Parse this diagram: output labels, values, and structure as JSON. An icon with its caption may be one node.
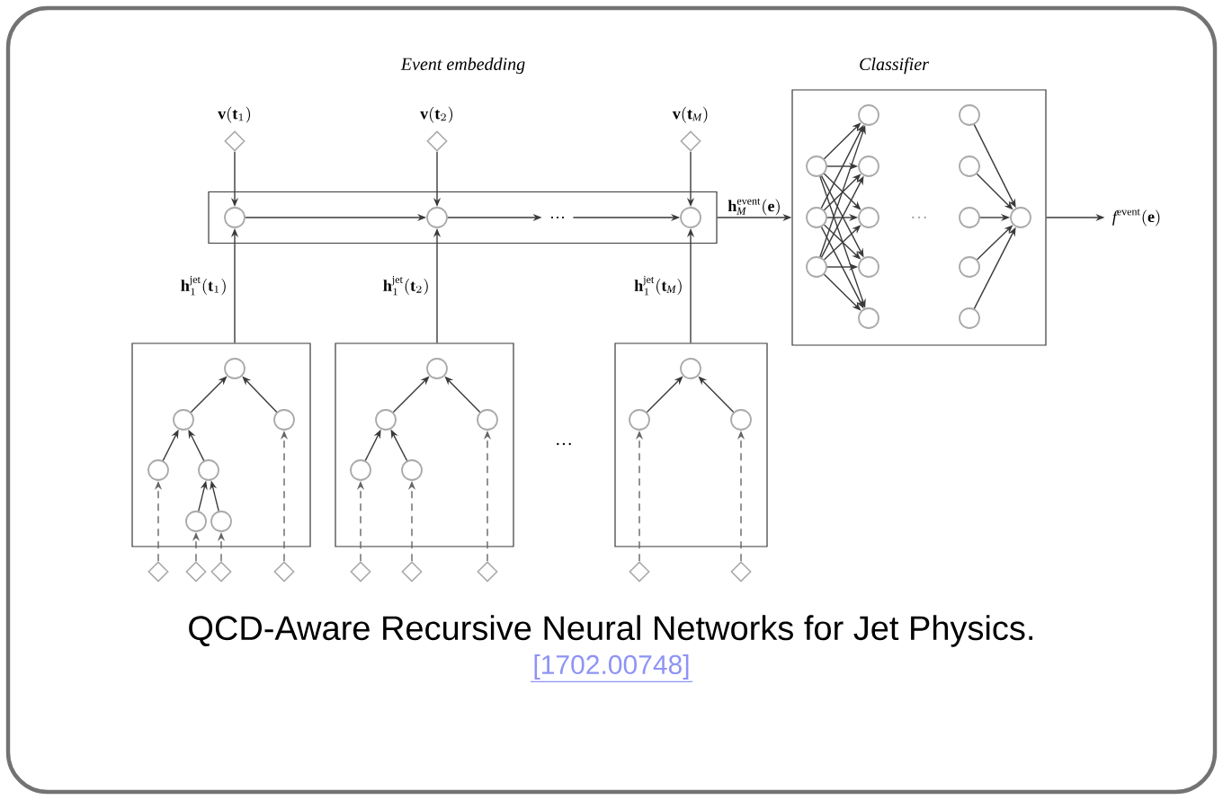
{
  "diagram": {
    "caption": "QCD-Aware Recursive Neural Networks for Jet Physics.",
    "nodes": [
      {
        "text": [],
        "shape": "box"
      },
      {
        "text": [],
        "shape": "circle",
        "in": 0
      },
      {
        "text": [],
        "shape": "circle",
        "in": 0
      },
      {
        "text": [
          "…"
        ],
        "in": 0
      },
      {
        "text": [],
        "shape": "circle",
        "in": 0
      },
      {
        "text": [],
        "shape": "diamond",
        "beside": [
          "\\mathbf{v}(\\mathbf{t}_1)"
        ]
      },
      {
        "text": [],
        "shape": "diamond",
        "beside": [
          "\\mathbf{v}(\\mathbf{t}_2)"
        ]
      },
      {
        "text": [],
        "shape": "diamond",
        "beside": [
          "\\mathbf{v}(\\mathbf{t}_{\\mathit{M}})"
        ]
      },
      {
        "text": [],
        "shape": "box"
      },
      {
        "text": [],
        "shape": "circle",
        "in": 8
      },
      {
        "text": [],
        "shape": "circle",
        "in": 8
      },
      {
        "text": [],
        "shape": "circle",
        "in": 8
      },
      {
        "text": [],
        "shape": "circle",
        "in": 8
      },
      {
        "text": [],
        "shape": "circle",
        "in": 8
      },
      {
        "text": [],
        "shape": "circle",
        "in": 8
      },
      {
        "text": [],
        "shape": "circle",
        "in": 8
      },
      {
        "text": [],
        "shape": "circle",
        "in": 8
      },
      {
        "text": [],
        "shape": "circle",
        "in": 8
      },
      {
        "text": [],
        "shape": "circle",
        "in": 8
      },
      {
        "text": [],
        "shape": "circle",
        "in": 8
      },
      {
        "text": [],
        "shape": "circle",
        "in": 8
      },
      {
        "text": [],
        "shape": "circle",
        "in": 8
      },
      {
        "text": [],
        "shape": "circle",
        "in": 8
      },
      {
        "text": [
          "\\mathit{f}^{\\mathrm{event}}(\\mathbf{e})"
        ]
      },
      {
        "text": [],
        "shape": "box"
      },
      {
        "text": [],
        "shape": "circle",
        "in": 24
      },
      {
        "text": [],
        "shape": "circle",
        "in": 24
      },
      {
        "text": [],
        "shape": "circle",
        "in": 24
      },
      {
        "text": [],
        "shape": "circle",
        "in": 24
      },
      {
        "text": [],
        "shape": "circle",
        "in": 24
      },
      {
        "text": [],
        "shape": "circle",
        "in": 24
      },
      {
        "text": [],
        "shape": "circle",
        "in": 24
      },
      {
        "text": [],
        "shape": "diamond"
      },
      {
        "text": [],
        "shape": "diamond"
      },
      {
        "text": [],
        "shape": "diamond"
      },
      {
        "text": [],
        "shape": "diamond"
      },
      {
        "text": [],
        "shape": "box"
      },
      {
        "text": [],
        "shape": "circle",
        "in": 36
      },
      {
        "text": [],
        "shape": "circle",
        "in": 36
      },
      {
        "text": [],
        "shape": "circle",
        "in": 36
      },
      {
        "text": [],
        "shape": "circle",
        "in": 36
      },
      {
        "text": [],
        "shape": "circle",
        "in": 36
      },
      {
        "text": [],
        "shape": "diamond"
      },
      {
        "text": [],
        "shape": "diamond"
      },
      {
        "text": [],
        "shape": "diamond"
      },
      {
        "text": [],
        "shape": "box"
      },
      {
        "text": [],
        "shape": "circle",
        "in": 45
      },
      {
        "text": [],
        "shape": "circle",
        "in": 45
      },
      {
        "text": [],
        "shape": "circle",
        "in": 45
      },
      {
        "text": [],
        "shape": "diamond"
      },
      {
        "text": [],
        "shape": "diamond"
      }
    ],
    "edges": [
      {
        "from": 5,
        "to": 1,
        "arrow": "to"
      },
      {
        "from": 6,
        "to": 2,
        "arrow": "to"
      },
      {
        "from": 7,
        "to": 4,
        "arrow": "to"
      },
      {
        "from": 1,
        "to": 2,
        "arrow": "to"
      },
      {
        "from": 2,
        "to": 3,
        "arrow": "to"
      },
      {
        "from": 3,
        "to": 4,
        "arrow": "to"
      },
      {
        "from": 24,
        "to": 1,
        "arrow": "to",
        "label": "\\mathbf{h}_1^{\\mathrm{jet}}(\\mathbf{t}_1)"
      },
      {
        "from": 36,
        "to": 2,
        "arrow": "to",
        "label": "\\mathbf{h}_1^{\\mathrm{jet}}(\\mathbf{t}_2)"
      },
      {
        "from": 45,
        "to": 4,
        "arrow": "to",
        "label": "\\mathbf{h}_1^{\\mathrm{jet}}(\\mathbf{t}_{\\mathit{M}})"
      },
      {
        "from": 0,
        "to": 8,
        "arrow": "to",
        "label": "\\mathbf{h}_{\\mathit{M}}^{\\mathrm{event}}(\\mathbf{e})"
      },
      {
        "from": 8,
        "to": 23,
        "arrow": "to"
      },
      {
        "from": 9,
        "to": 12,
        "arrow": "to"
      },
      {
        "from": 9,
        "to": 13,
        "arrow": "to"
      },
      {
        "from": 9,
        "to": 14,
        "arrow": "to"
      },
      {
        "from": 9,
        "to": 15,
        "arrow": "to"
      },
      {
        "from": 9,
        "to": 16,
        "arrow": "to"
      },
      {
        "from": 10,
        "to": 12,
        "arrow": "to"
      },
      {
        "from": 10,
        "to": 13,
        "arrow": "to"
      },
      {
        "from": 10,
        "to": 14,
        "arrow": "to"
      },
      {
        "from": 10,
        "to": 15,
        "arrow": "to"
      },
      {
        "from": 10,
        "to": 16,
        "arrow": "to"
      },
      {
        "from": 11,
        "to": 12,
        "arrow": "to"
      },
      {
        "from": 11,
        "to": 13,
        "arrow": "to"
      },
      {
        "from": 11,
        "to": 14,
        "arrow": "to"
      },
      {
        "from": 11,
        "to": 15,
        "arrow": "to"
      },
      {
        "from": 11,
        "to": 16,
        "arrow": "to"
      },
      {
        "from": 17,
        "to": 22,
        "arrow": "to"
      },
      {
        "from": 18,
        "to": 22,
        "arrow": "to"
      },
      {
        "from": 19,
        "to": 22,
        "arrow": "to"
      },
      {
        "from": 20,
        "to": 22,
        "arrow": "to"
      },
      {
        "from": 21,
        "to": 22,
        "arrow": "to"
      },
      {
        "from": 26,
        "to": 25,
        "arrow": "to"
      },
      {
        "from": 27,
        "to": 25,
        "arrow": "to"
      },
      {
        "from": 28,
        "to": 26,
        "arrow": "to"
      },
      {
        "from": 29,
        "to": 26,
        "arrow": "to"
      },
      {
        "from": 30,
        "to": 29,
        "arrow": "to"
      },
      {
        "from": 31,
        "to": 29,
        "arrow": "to"
      },
      {
        "from": 32,
        "to": 28,
        "arrow": "to",
        "style": "dashed"
      },
      {
        "from": 33,
        "to": 30,
        "arrow": "to",
        "style": "dashed"
      },
      {
        "from": 34,
        "to": 31,
        "arrow": "to",
        "style": "dashed"
      },
      {
        "from": 35,
        "to": 27,
        "arrow": "to",
        "style": "dashed"
      },
      {
        "from": 38,
        "to": 37,
        "arrow": "to"
      },
      {
        "from": 39,
        "to": 37,
        "arrow": "to"
      },
      {
        "from": 40,
        "to": 38,
        "arrow": "to"
      },
      {
        "from": 41,
        "to": 38,
        "arrow": "to"
      },
      {
        "from": 42,
        "to": 40,
        "arrow": "to",
        "style": "dashed"
      },
      {
        "from": 43,
        "to": 41,
        "arrow": "to",
        "style": "dashed"
      },
      {
        "from": 44,
        "to": 39,
        "arrow": "to",
        "style": "dashed"
      },
      {
        "from": 47,
        "to": 46,
        "arrow": "to"
      },
      {
        "from": 48,
        "to": 46,
        "arrow": "to"
      },
      {
        "from": 49,
        "to": 47,
        "arrow": "to",
        "style": "dashed"
      },
      {
        "from": 50,
        "to": 48,
        "arrow": "to",
        "style": "dashed"
      }
    ],
    "labels": [
      "Event embedding",
      "Classifier",
      "…",
      "…",
      "[1702.00748]"
    ]
  }
}
